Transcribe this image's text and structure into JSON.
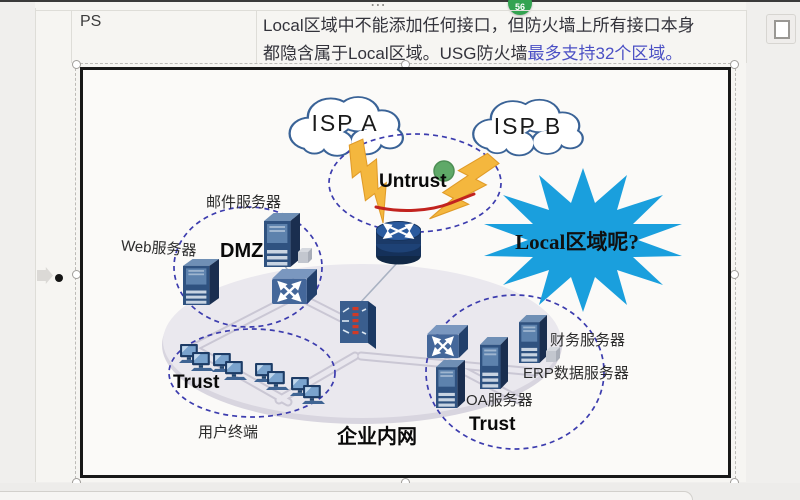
{
  "header": {
    "dots": "⋯",
    "badge_count": "56",
    "note": {
      "label": "PS",
      "line1": "Local区域中不能添加任何接口，但防火墙上所有接口本身",
      "line2_prefix": "都隐含属于Local区域。USG防火墙",
      "line2_highlight": "最多支持32个区域。"
    }
  },
  "diagram": {
    "clouds": {
      "isp_a": "ISP A",
      "isp_b": "ISP B"
    },
    "zones": {
      "untrust": "Untrust",
      "dmz": "DMZ",
      "trust_left": "Trust",
      "trust_right": "Trust"
    },
    "labels": {
      "mail_server": "邮件服务器",
      "web_server": "Web服务器",
      "user_terminals": "用户终端",
      "enterprise_intranet": "企业内网",
      "finance_server": "财务服务器",
      "erp_server": "ERP数据服务器",
      "oa_server": "OA服务器"
    },
    "callout": "Local区域呢?",
    "colors": {
      "starburst_blue": "#1a9fdd",
      "zone_dash": "#3c3cae",
      "lightning_yellow": "#f4b73e",
      "highlight_text_blue": "#4a4fc4",
      "badge_green": "#33a351",
      "annotation_red": "#c2231f"
    }
  }
}
